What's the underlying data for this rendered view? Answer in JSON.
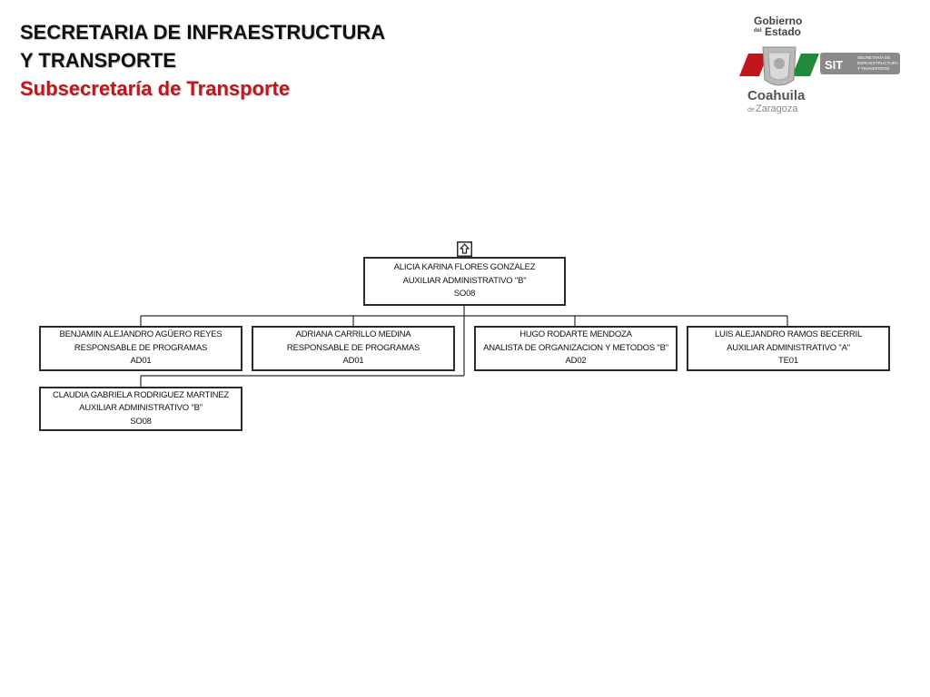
{
  "header": {
    "line1": "SECRETARIA DE INFRAESTRUCTURA",
    "line2": "Y TRANSPORTE",
    "line3": "Subsecretaría de Transporte"
  },
  "logo": {
    "gobierno": "Gobierno",
    "del": "del",
    "estado": "Estado",
    "sit": "SIT",
    "sit_l1": "SECRETARÍA DE",
    "sit_l2": "INFRAESTRUCTURA",
    "sit_l3": "Y TRANSPORTE",
    "coahuila": "Coahuila",
    "zaragoza_de": "de",
    "zaragoza": "Zaragoza"
  },
  "colors": {
    "title": "#111111",
    "subtitle": "#c0161c",
    "box_border": "#2a2a2a",
    "logo_green": "#1f8a3c",
    "logo_red": "#c0161c",
    "logo_gray": "#8a8a8a"
  },
  "icons": {
    "up": "up-arrow-icon"
  },
  "org": {
    "root": {
      "name": "ALICIA KARINA FLORES GONZALEZ",
      "position": "AUXILIAR ADMINISTRATIVO \"B\"",
      "code": "SO08"
    },
    "children": [
      {
        "name": "BENJAMIN ALEJANDRO AGÜERO REYES",
        "position": "RESPONSABLE DE PROGRAMAS",
        "code": "AD01"
      },
      {
        "name": "ADRIANA CARRILLO MEDINA",
        "position": "RESPONSABLE DE PROGRAMAS",
        "code": "AD01"
      },
      {
        "name": "HUGO RODARTE MENDOZA",
        "position": "ANALISTA DE ORGANIZACION Y METODOS \"B\"",
        "code": "AD02"
      },
      {
        "name": "LUIS ALEJANDRO RAMOS BECERRIL",
        "position": "AUXILIAR ADMINISTRATIVO \"A\"",
        "code": "TE01"
      },
      {
        "name": "CLAUDIA GABRIELA RODRIGUEZ MARTINEZ",
        "position": "AUXILIAR ADMINISTRATIVO \"B\"",
        "code": "SO08"
      }
    ]
  }
}
